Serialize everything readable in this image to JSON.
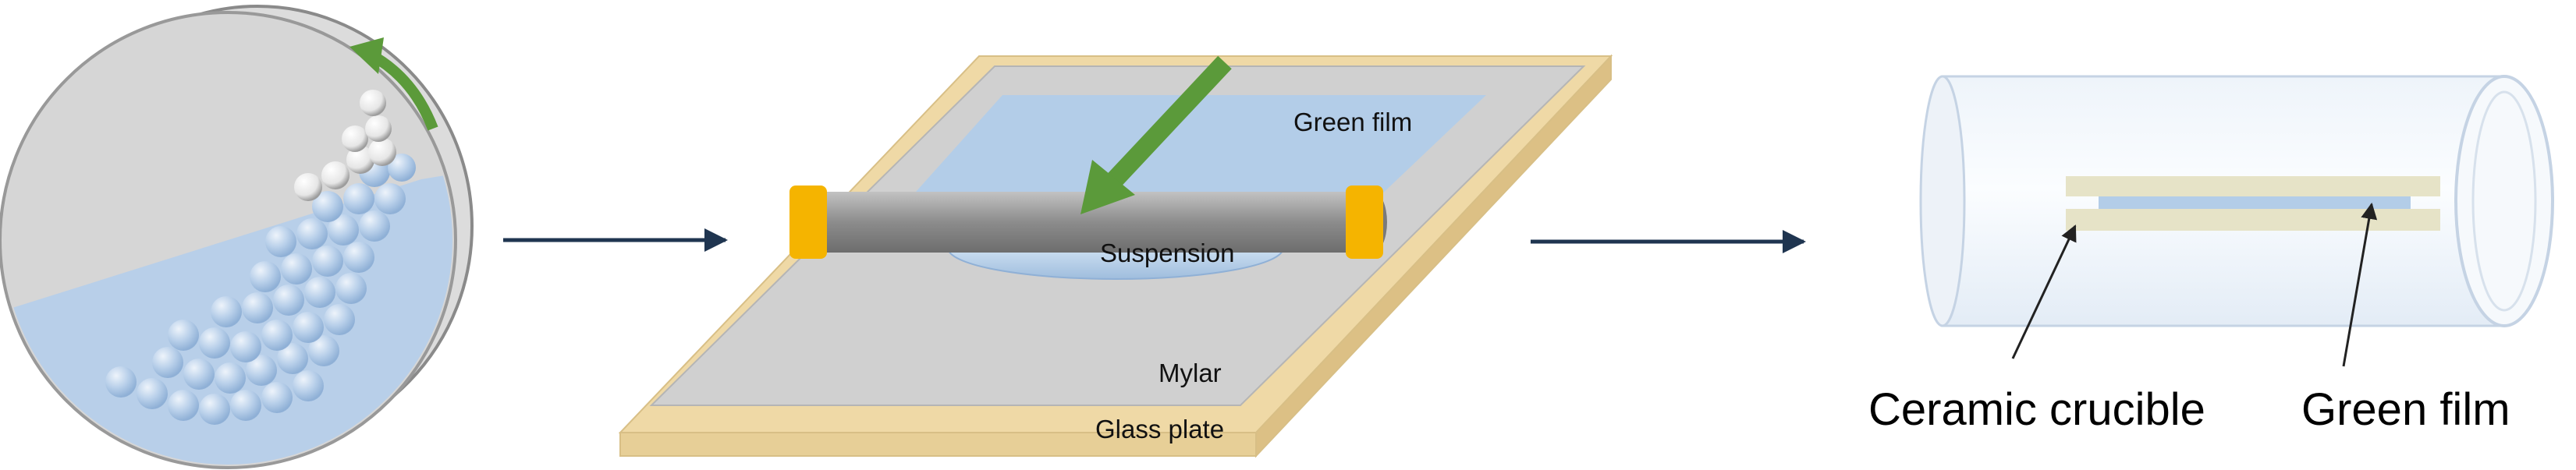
{
  "diagram": {
    "labels": {
      "green_film_top": "Green film",
      "suspension": "Suspension",
      "mylar": "Mylar",
      "glass_plate": "Glass plate",
      "ceramic_crucible": "Ceramic crucible",
      "green_film_bottom": "Green film"
    },
    "colors": {
      "ball_fill": "#b8cfe9",
      "film_blue": "#b3cde8",
      "glass_wood": "#efd9a6",
      "mylar_gray": "#d0d0d0",
      "blade_gray": "#9a9a9a",
      "cap_orange": "#f5b400",
      "arrow_green": "#5b9a3a",
      "arrow_navy": "#1f3550",
      "crucible_beige": "#e6e3c7"
    },
    "steps": [
      "ball-mill",
      "tape-casting",
      "tube-furnace"
    ]
  }
}
